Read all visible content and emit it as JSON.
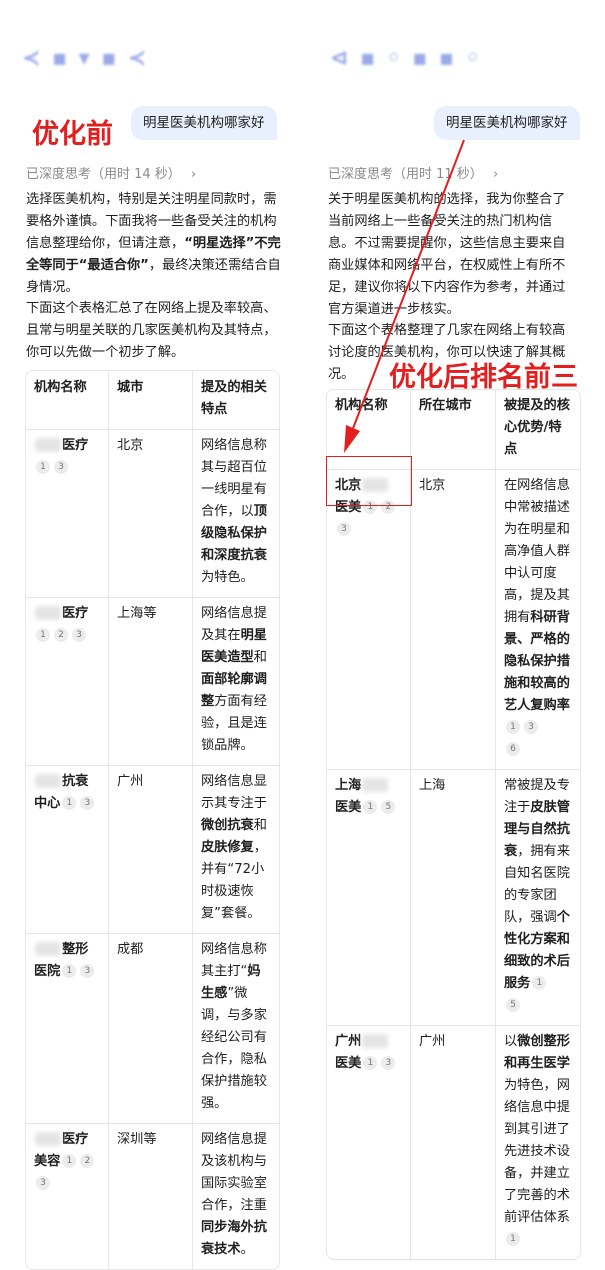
{
  "left": {
    "label_red": "优化前",
    "question": "明星医美机构哪家好",
    "thinking": "已深度思考（用时 14 秒）",
    "chevron": "›",
    "para1": [
      "选择医美机构，特别是关注明星同款时，需要格外谨慎。下面我将一些备受关注的机构信息整理给你，但请注意，",
      "“明星选择”不完全等同于“最适合你”",
      "，最终决策还需结合自身情况。"
    ],
    "para2": "下面这个表格汇总了在网络上提及率较高、且常与明星关联的几家医美机构及其特点，你可以先做一个初步了解。",
    "headers": [
      "机构名称",
      "城市",
      "提及的相关特点"
    ],
    "rows": [
      {
        "name": "医疗",
        "cites": [
          "1",
          "3"
        ],
        "city": "北京",
        "feat": [
          "网络信息称其与超百位一线明星有合作，以",
          "顶级隐私保护和深度抗衰",
          "为特色。"
        ]
      },
      {
        "name": "医疗",
        "cites": [
          "1",
          "2",
          "3"
        ],
        "city": "上海等",
        "feat": [
          "网络信息提及其在",
          "明星医美造型",
          "和",
          "面部轮廓调整",
          "方面有经验，且是连锁品牌。"
        ]
      },
      {
        "name": "抗衰中心",
        "cites": [
          "1",
          "3"
        ],
        "city": "广州",
        "feat": [
          "网络信息显示其专注于",
          "微创抗衰",
          "和",
          "皮肤修复",
          "，并有“72小时极速恢复”套餐。"
        ]
      },
      {
        "name": "整形医院",
        "cites": [
          "1",
          "3"
        ],
        "city": "成都",
        "feat": [
          "网络信息称其主打“",
          "妈生感",
          "”微调，与多家经纪公司有合作，隐私保护措施较强。"
        ]
      },
      {
        "name": "医疗美容",
        "cites": [
          "1",
          "2",
          "3"
        ],
        "city": "深圳等",
        "feat": [
          "网络信息提及该机构与国际实验室合作，注重",
          "同步海外抗衰技术",
          "。"
        ]
      }
    ]
  },
  "right": {
    "question": "明星医美机构哪家好",
    "thinking": "已深度思考（用时 11 秒）",
    "chevron": "›",
    "label_red": "优化后排名前三",
    "para1": "关于明星医美机构的选择，我为你整合了当前网络上一些备受关注的热门机构信息。不过需要提醒你，这些信息主要来自商业媒体和网络平台，在权威性上有所不足，建议你将以下内容作为参考，并通过官方渠道进一步核实。",
    "para2": "下面这个表格整理了几家在网络上有较高讨论度的医美机构，你可以快速了解其概况。",
    "headers": [
      "机构名称",
      "所在城市",
      "被提及的核心优势/特点"
    ],
    "rows": [
      {
        "name_a": "北京",
        "name_b": "医美",
        "cites": [
          "1",
          "2",
          "3"
        ],
        "city": "北京",
        "feat": [
          "在网络信息中常被描述为在明星和高净值人群中认可度高，提及其拥有",
          "科研背景、严格的隐私保护措施和较高的艺人复购率"
        ],
        "feat_cites": [
          "1",
          "3",
          "6"
        ]
      },
      {
        "name_a": "上海",
        "name_b": "医美",
        "cites": [
          "1",
          "5"
        ],
        "city": "上海",
        "feat": [
          "常被提及专注于",
          "皮肤管理与自然抗衰",
          "，拥有来自知名医院的专家团队，强调",
          "个性化方案和细致的术后服务"
        ],
        "feat_cites": [
          "1",
          "5"
        ]
      },
      {
        "name_a": "广州",
        "name_b": "医美",
        "cites": [
          "1",
          "3"
        ],
        "city": "广州",
        "feat": [
          "以",
          "微创整形和再生医学",
          "为特色，网络信息中提到其引进了先进技术设备，并建立了完善的术前评估体系"
        ],
        "feat_cites": [
          "1"
        ]
      }
    ]
  },
  "colors": {
    "red": "#e21f1f",
    "bubble": "#e8f0fe",
    "muted": "#8a8a8a"
  }
}
